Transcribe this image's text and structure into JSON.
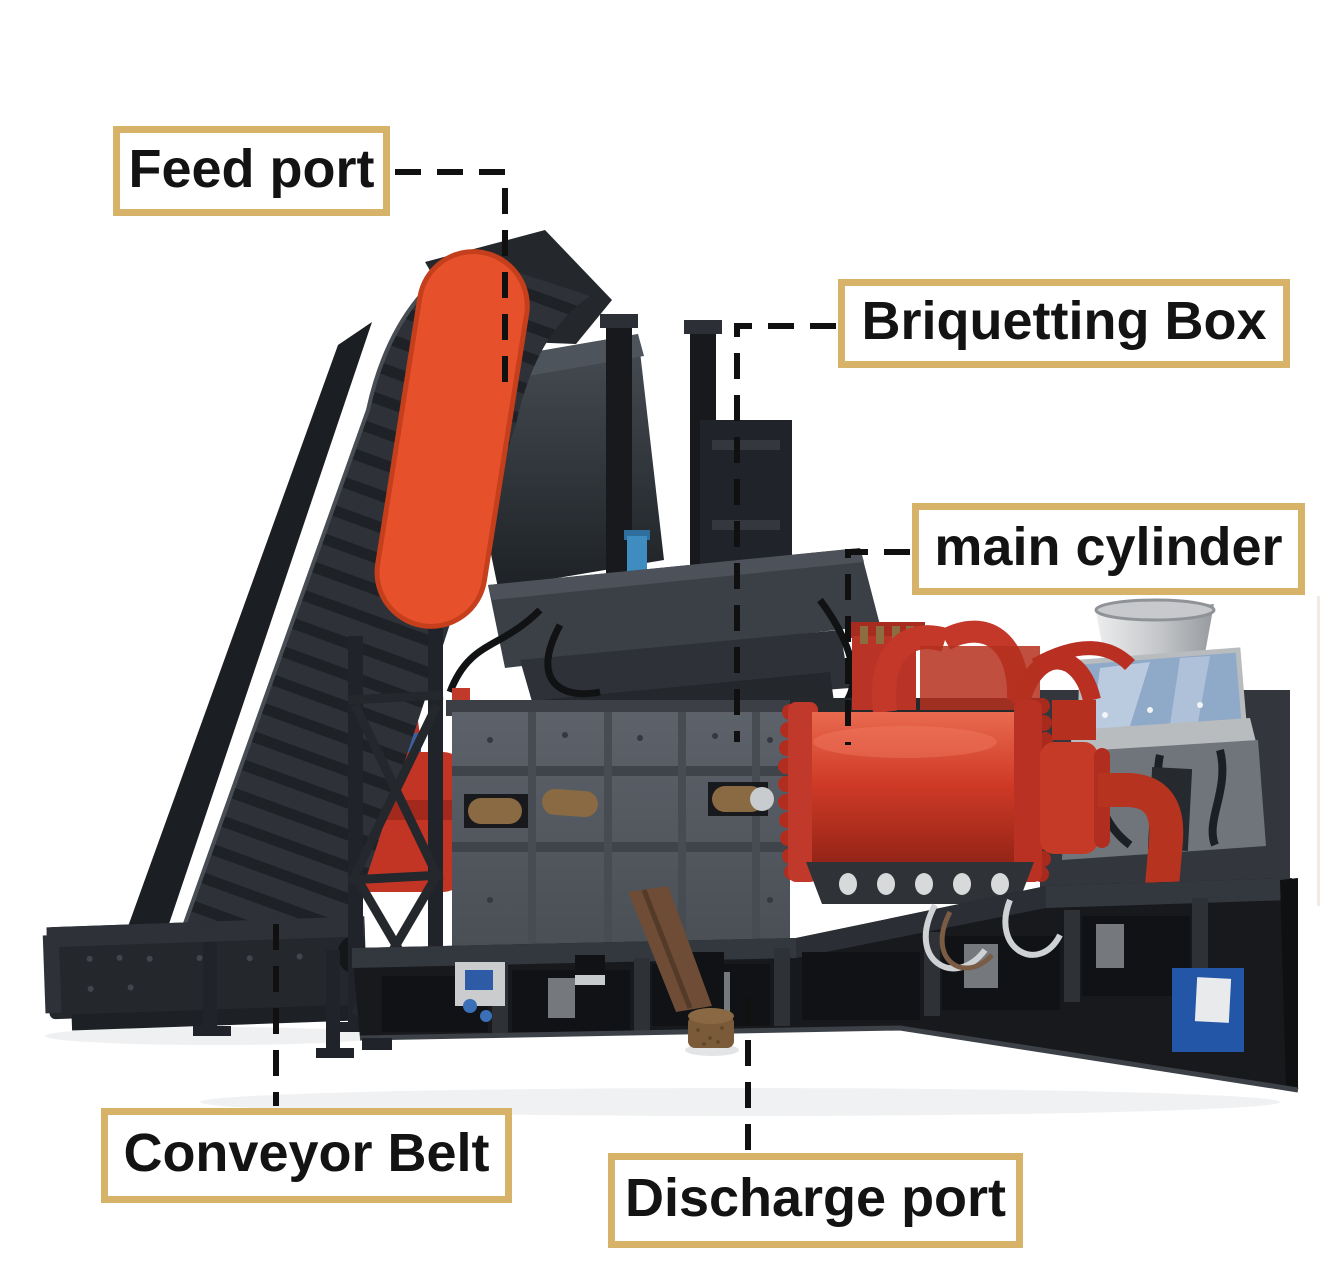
{
  "scene": {
    "background": "#ffffff",
    "label_border_color": "#d7b269",
    "label_text_color": "#131313",
    "connector_color": "#101010"
  },
  "labels": {
    "feed_port": "Feed port",
    "briquetting_box": "Briquetting Box",
    "main_cylinder": "main cylinder",
    "conveyor_belt": "Conveyor Belt",
    "discharge_port": "Discharge port"
  },
  "machine": {
    "accent_colors": {
      "feed_disc_orange": "#e6512b",
      "main_cylinder_red": "#cf3a26",
      "electrical_box_blue": "#2456a8",
      "oil_cooler_blue": "#8fa9c9",
      "frame_charcoal": "#24272c",
      "briquette_brown": "#7a5a38"
    }
  }
}
